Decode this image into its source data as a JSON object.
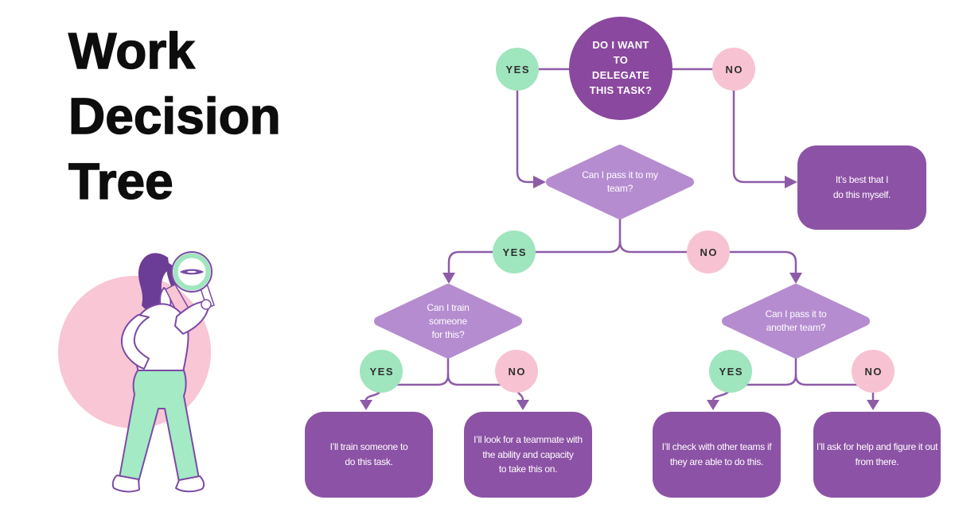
{
  "title": "Work Decision Tree",
  "diagram": {
    "root_question": "DO I WANT\nTO\nDELEGATE\nTHIS TASK?",
    "labels": {
      "yes": "YES",
      "no": "NO"
    },
    "decisions": {
      "pass_to_my_team": "Can I pass it to my\nteam?",
      "train_someone": "Can I train\nsomeone\nfor this?",
      "pass_to_another_team": "Can I pass it to\nanother team?"
    },
    "outcomes": {
      "do_it_myself": "It’s best that I\ndo this myself.",
      "train": "I’ll train someone to\ndo this task.",
      "find_teammate": "I’ll look for a teammate with\nthe ability and capacity\nto take this on.",
      "check_other_teams": "I’ll check with other teams if\nthey are able to do this.",
      "ask_for_help": "I’ll ask for help and figure it out\nfrom there."
    },
    "colors": {
      "root_circle": "#8A489E",
      "outcome_box": "#8C52A5",
      "decision_diamond": "#B58CD0",
      "connector": "#8E5BA8",
      "yes_badge": "#9FE5BE",
      "no_badge": "#F7C3D2",
      "title_text": "#0D0D0D"
    }
  },
  "illustration": {
    "name": "person-looking-through-magnifying-glass",
    "accent_circle_color": "#F8C6D5"
  }
}
